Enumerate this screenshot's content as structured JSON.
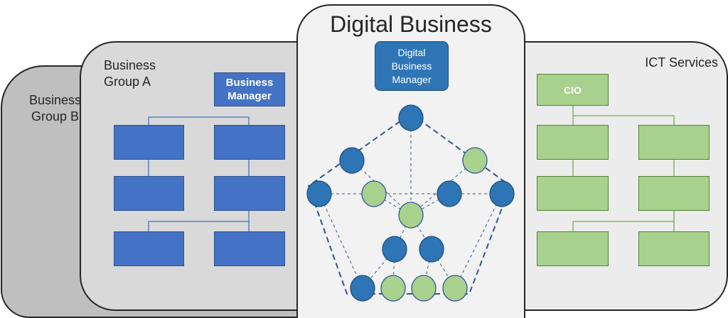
{
  "panels": {
    "group_b": {
      "title": "Business\nGroup B"
    },
    "group_a": {
      "title": "Business\nGroup A",
      "manager_label": "Business\nManager"
    },
    "digital": {
      "title": "Digital Business",
      "manager_label": "Digital\nBusiness\nManager"
    },
    "ict": {
      "title": "ICT Services",
      "head_label": "CIO"
    }
  },
  "colors": {
    "blue_box": "#4472c4",
    "green_box": "#a9d18e",
    "dark_node": "#2e75b6",
    "light_node": "#a9d18e",
    "group_b_bg": "#bfbfbf",
    "group_a_bg": "#d9d9d9",
    "digital_bg": "#f2f2f2",
    "ict_bg": "#ececec"
  },
  "network_nodes": [
    {
      "id": "top",
      "color": "dark"
    },
    {
      "id": "ul",
      "color": "dark"
    },
    {
      "id": "ur",
      "color": "light"
    },
    {
      "id": "ml",
      "color": "dark"
    },
    {
      "id": "mlc",
      "color": "light"
    },
    {
      "id": "mrc",
      "color": "dark"
    },
    {
      "id": "mr",
      "color": "dark"
    },
    {
      "id": "center",
      "color": "light"
    },
    {
      "id": "cl",
      "color": "dark"
    },
    {
      "id": "cr",
      "color": "dark"
    },
    {
      "id": "b1",
      "color": "dark"
    },
    {
      "id": "b2",
      "color": "light"
    },
    {
      "id": "b3",
      "color": "light"
    },
    {
      "id": "b4",
      "color": "light"
    }
  ]
}
